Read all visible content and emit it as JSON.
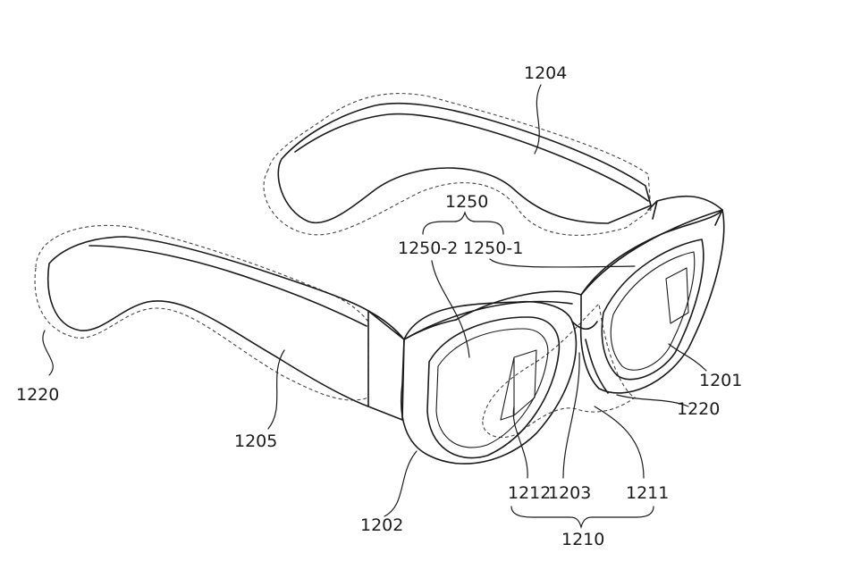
{
  "labels": {
    "l1204": "1204",
    "l1250": "1250",
    "l1250_2": "1250-2",
    "l1250_1": "1250-1",
    "l1220_left": "1220",
    "l1205": "1205",
    "l1201": "1201",
    "l1220_right": "1220",
    "l1212": "1212",
    "l1203": "1203",
    "l1211": "1211",
    "l1202": "1202",
    "l1210": "1210"
  }
}
